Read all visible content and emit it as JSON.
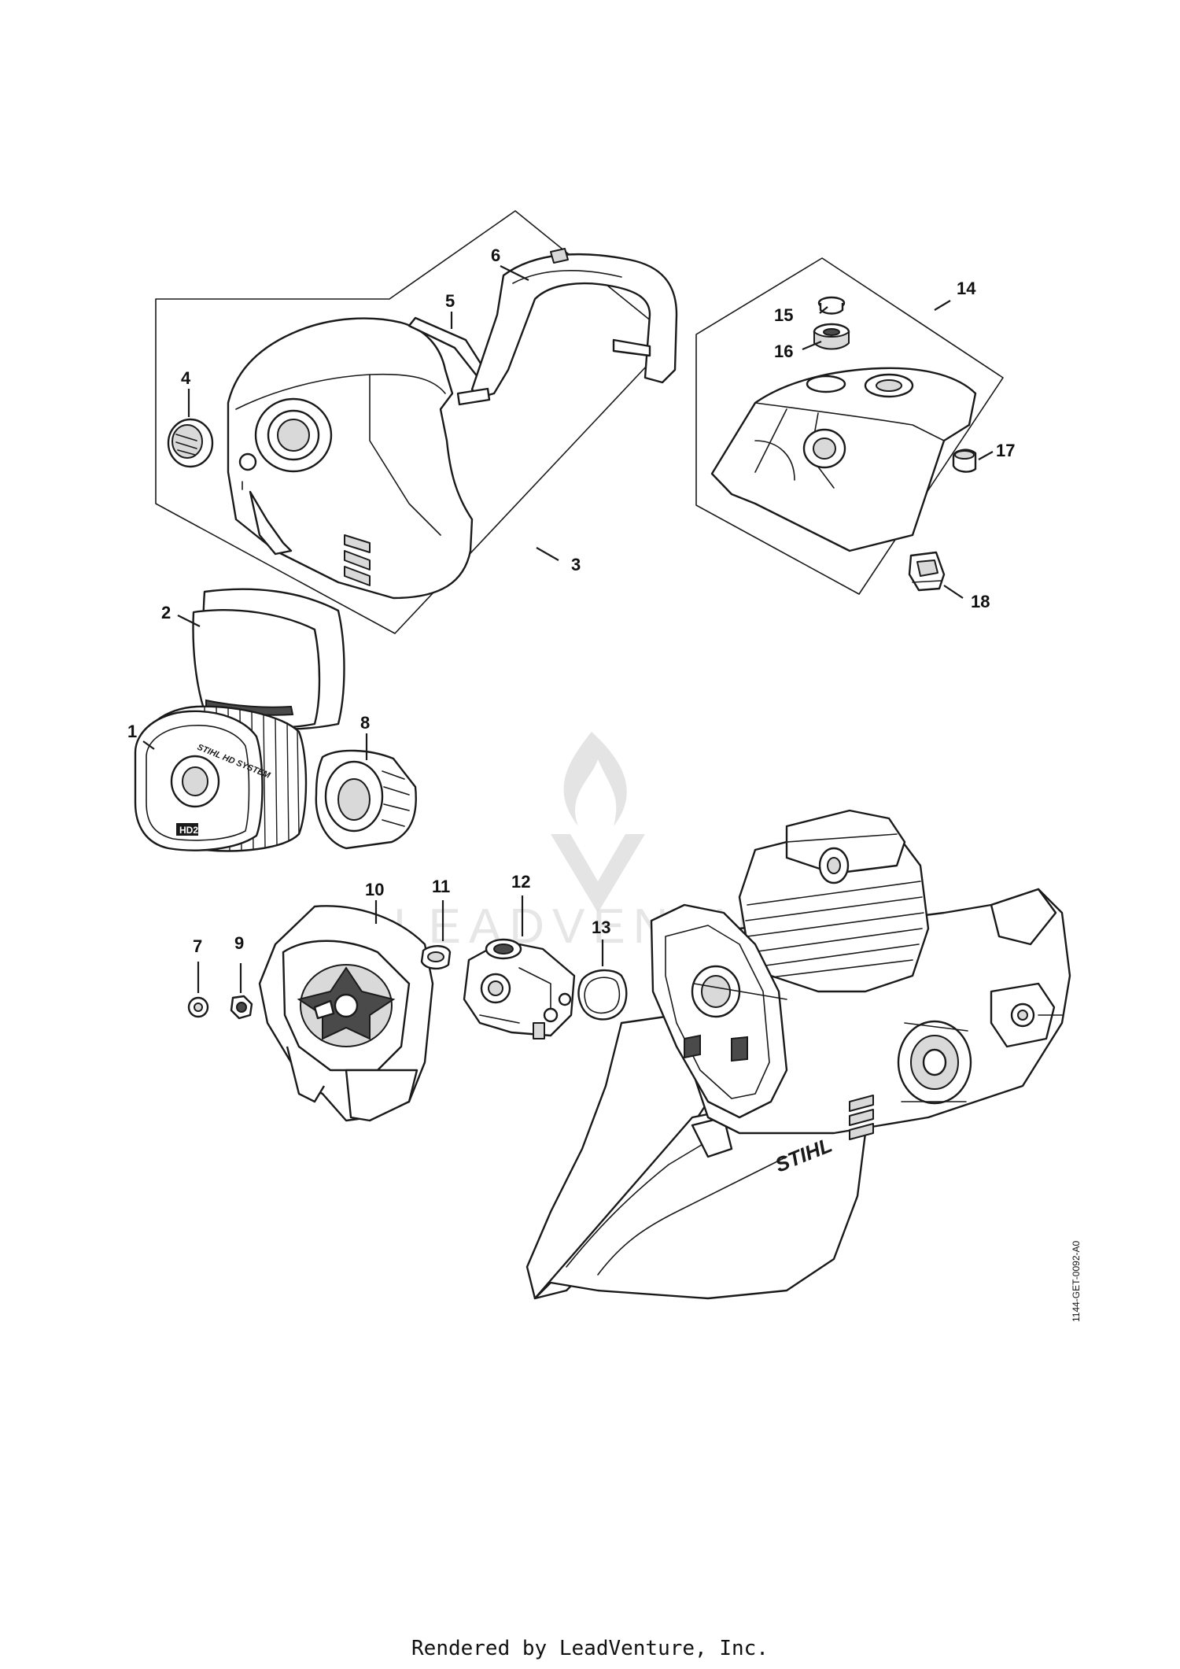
{
  "callouts": {
    "c1": "1",
    "c2": "2",
    "c3": "3",
    "c4": "4",
    "c5": "5",
    "c6": "6",
    "c7": "7",
    "c8": "8",
    "c9": "9",
    "c10": "10",
    "c11": "11",
    "c12": "12",
    "c13": "13",
    "c14": "14",
    "c15": "15",
    "c16": "16",
    "c17": "17",
    "c18": "18"
  },
  "part_markings": {
    "filter_brand": "STIHL HD SYSTEM",
    "filter_code": "HD2",
    "housing_brand": "STIHL"
  },
  "watermark": {
    "text": "LEADVENTURE"
  },
  "drawing_number": "1144-GET-0092-A0",
  "footer": "Rendered by LeadVenture, Inc."
}
